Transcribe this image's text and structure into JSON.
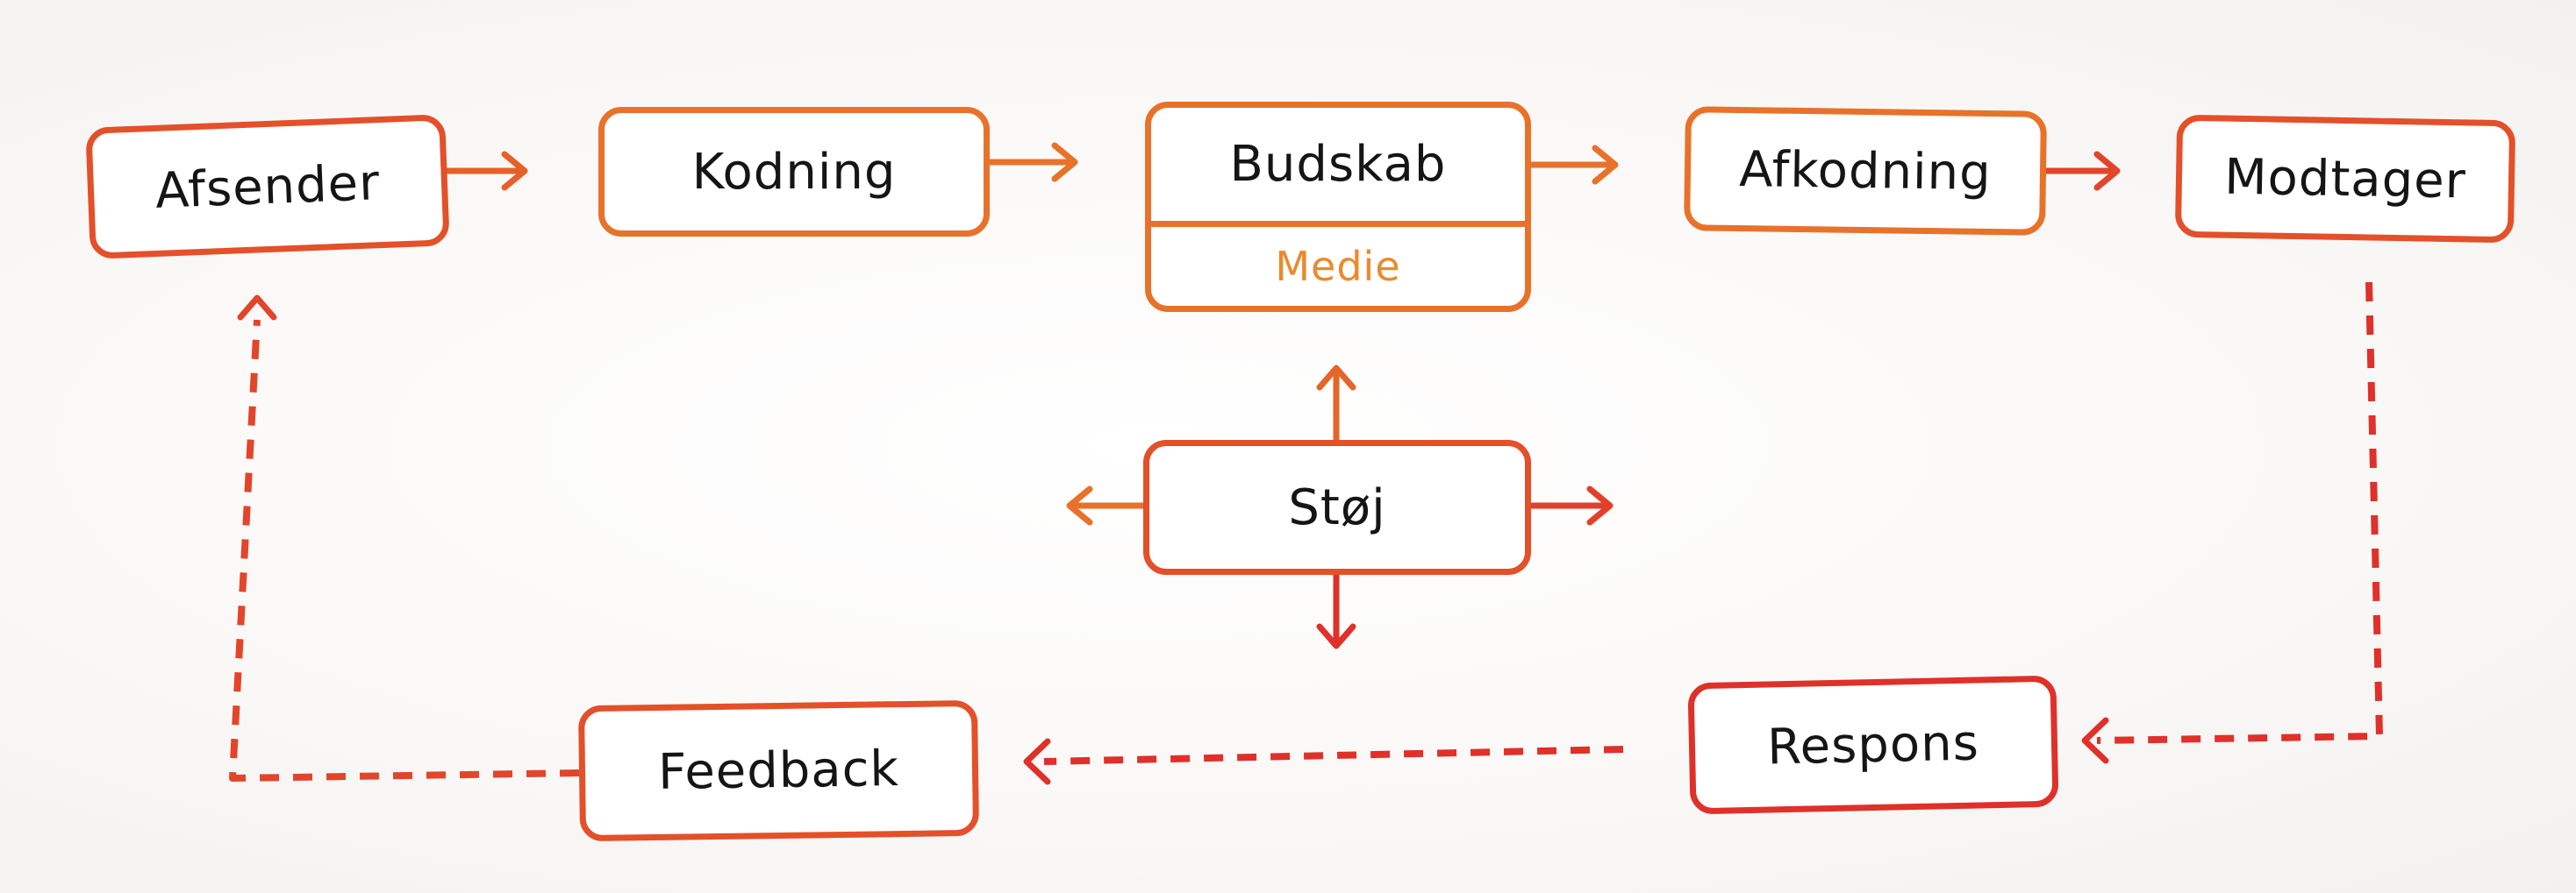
{
  "diagram": {
    "nodes": {
      "sender": "Afsender",
      "encoding": "Kodning",
      "message": "Budskab",
      "medium": "Medie",
      "decoding": "Afkodning",
      "receiver": "Modtager",
      "noise": "Støj",
      "response": "Respons",
      "feedback": "Feedback"
    },
    "colors": {
      "orange": "#e8722a",
      "red": "#e0302a",
      "medium_text": "#ec8a2c",
      "text": "#151515"
    }
  }
}
